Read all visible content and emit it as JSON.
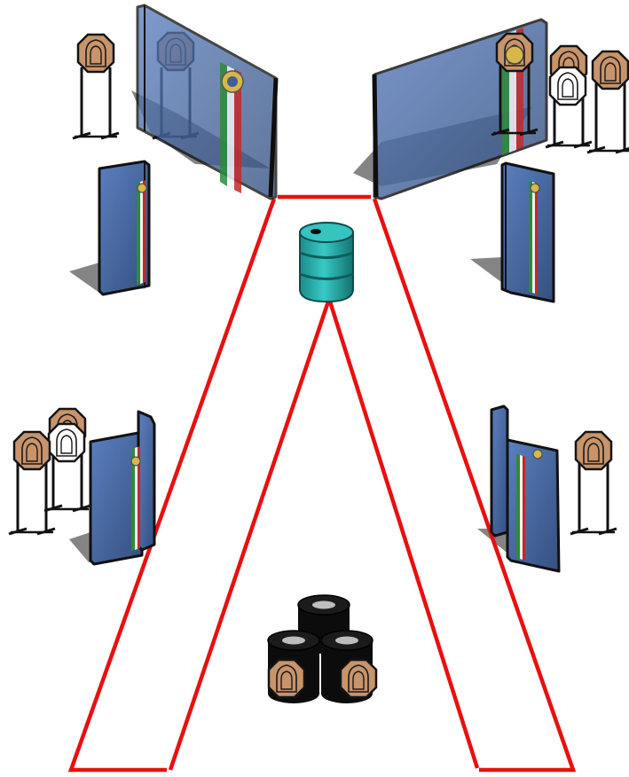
{
  "title": "",
  "colors": {
    "fault_line": "#e8100f",
    "wall_fill": "#3f5f96",
    "wall_edge": "#111111",
    "shadow": "#6e6e6e",
    "barrel_fill": "#2ab3b0",
    "barrel_dark": "#167c7a",
    "tire": "#0c0c0c",
    "target_cardboard": "#c8946a",
    "target_noshoot": "#ffffff",
    "flag_green": "#2f8a3a",
    "flag_white": "#f2f2f2",
    "flag_red": "#c62828",
    "emblem": "#d9b64a"
  },
  "icons": [
    "paper-target-icon",
    "no-shoot-target-icon",
    "barrel-icon",
    "tire-stack-icon",
    "wall-panel-icon"
  ],
  "counts": {
    "cardboard_targets": 9,
    "no_shoot_targets": 2,
    "wall_panels": 8,
    "barrels": 1,
    "tire_stacks": 1
  }
}
